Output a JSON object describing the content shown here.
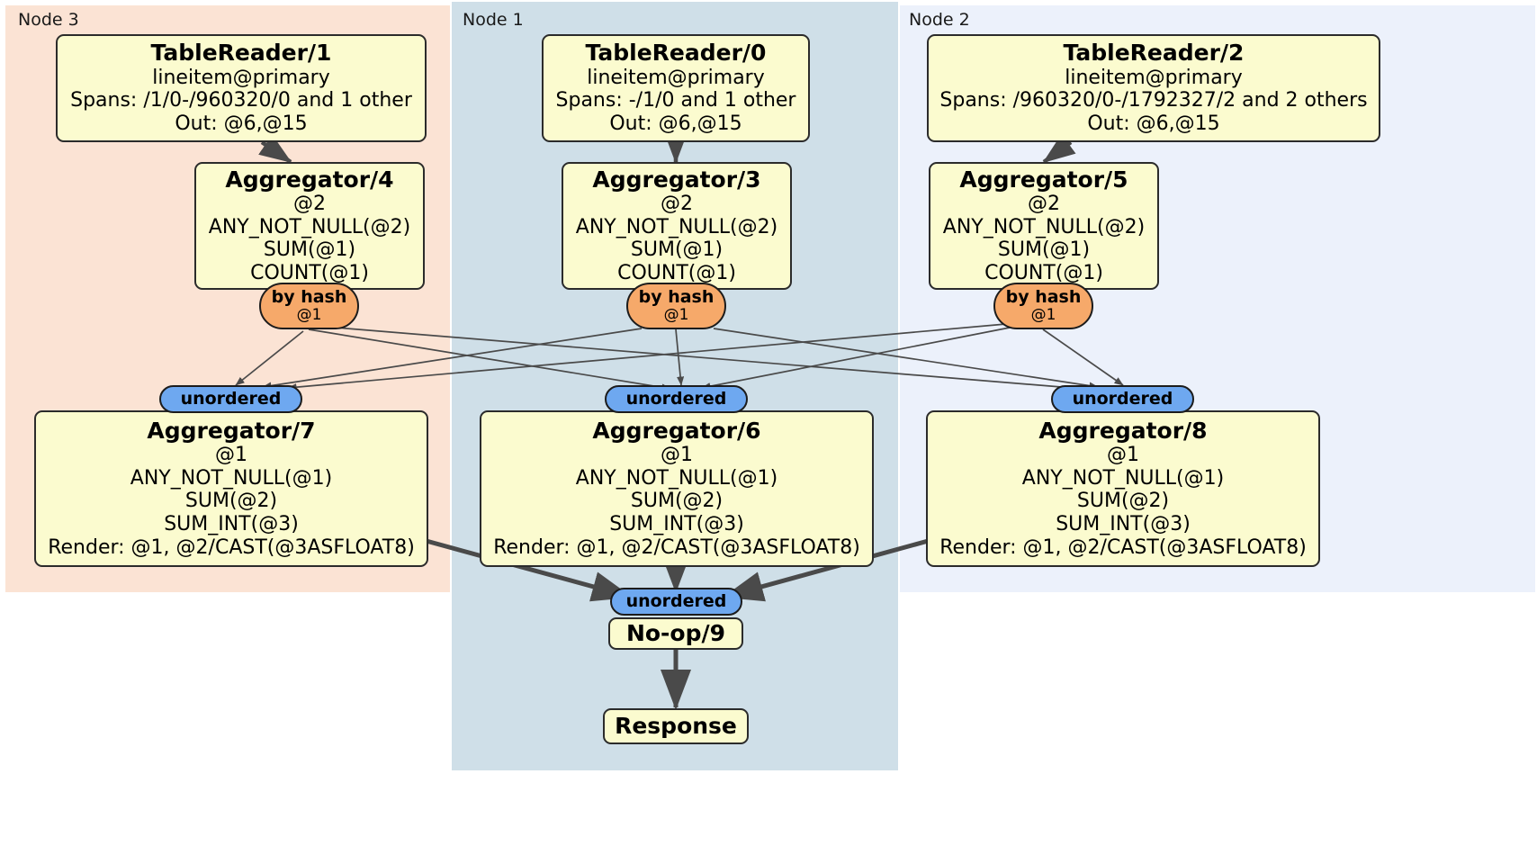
{
  "diagram": {
    "type": "distributed-query-plan",
    "colors": {
      "node3_bg": "#fbe3d4",
      "node1_bg": "#cfdfe8",
      "node2_bg": "#ecf1fb",
      "processor_bg": "#fbfbcf",
      "hash_router": "#f6a96a",
      "unordered_router": "#6ea8f0",
      "edge": "#4a4a4a"
    }
  },
  "nodes": [
    {
      "label": "Node 3"
    },
    {
      "label": "Node 1"
    },
    {
      "label": "Node 2"
    }
  ],
  "processors": {
    "tablereader1": {
      "title": "TableReader/1",
      "lines": [
        "lineitem@primary",
        "Spans: /1/0-/960320/0 and 1 other",
        "Out: @6,@15"
      ]
    },
    "tablereader0": {
      "title": "TableReader/0",
      "lines": [
        "lineitem@primary",
        "Spans: -/1/0 and 1 other",
        "Out: @6,@15"
      ]
    },
    "tablereader2": {
      "title": "TableReader/2",
      "lines": [
        "lineitem@primary",
        "Spans: /960320/0-/1792327/2 and 2 others",
        "Out: @6,@15"
      ]
    },
    "aggregator4": {
      "title": "Aggregator/4",
      "lines": [
        "@2",
        "ANY_NOT_NULL(@2)",
        "SUM(@1)",
        "COUNT(@1)"
      ]
    },
    "aggregator3": {
      "title": "Aggregator/3",
      "lines": [
        "@2",
        "ANY_NOT_NULL(@2)",
        "SUM(@1)",
        "COUNT(@1)"
      ]
    },
    "aggregator5": {
      "title": "Aggregator/5",
      "lines": [
        "@2",
        "ANY_NOT_NULL(@2)",
        "SUM(@1)",
        "COUNT(@1)"
      ]
    },
    "aggregator7": {
      "title": "Aggregator/7",
      "lines": [
        "@1",
        "ANY_NOT_NULL(@1)",
        "SUM(@2)",
        "SUM_INT(@3)",
        "Render: @1, @2/CAST(@3ASFLOAT8)"
      ]
    },
    "aggregator6": {
      "title": "Aggregator/6",
      "lines": [
        "@1",
        "ANY_NOT_NULL(@1)",
        "SUM(@2)",
        "SUM_INT(@3)",
        "Render: @1, @2/CAST(@3ASFLOAT8)"
      ]
    },
    "aggregator8": {
      "title": "Aggregator/8",
      "lines": [
        "@1",
        "ANY_NOT_NULL(@1)",
        "SUM(@2)",
        "SUM_INT(@3)",
        "Render: @1, @2/CAST(@3ASFLOAT8)"
      ]
    },
    "noop9": {
      "title": "No-op/9",
      "lines": []
    },
    "response": {
      "title": "Response",
      "lines": []
    }
  },
  "routers": {
    "hash_left": {
      "line1": "by hash",
      "line2": "@1"
    },
    "hash_center": {
      "line1": "by hash",
      "line2": "@1"
    },
    "hash_right": {
      "line1": "by hash",
      "line2": "@1"
    },
    "unordered_left": {
      "line1": "unordered"
    },
    "unordered_center": {
      "line1": "unordered"
    },
    "unordered_right": {
      "line1": "unordered"
    },
    "unordered_final": {
      "line1": "unordered"
    }
  }
}
